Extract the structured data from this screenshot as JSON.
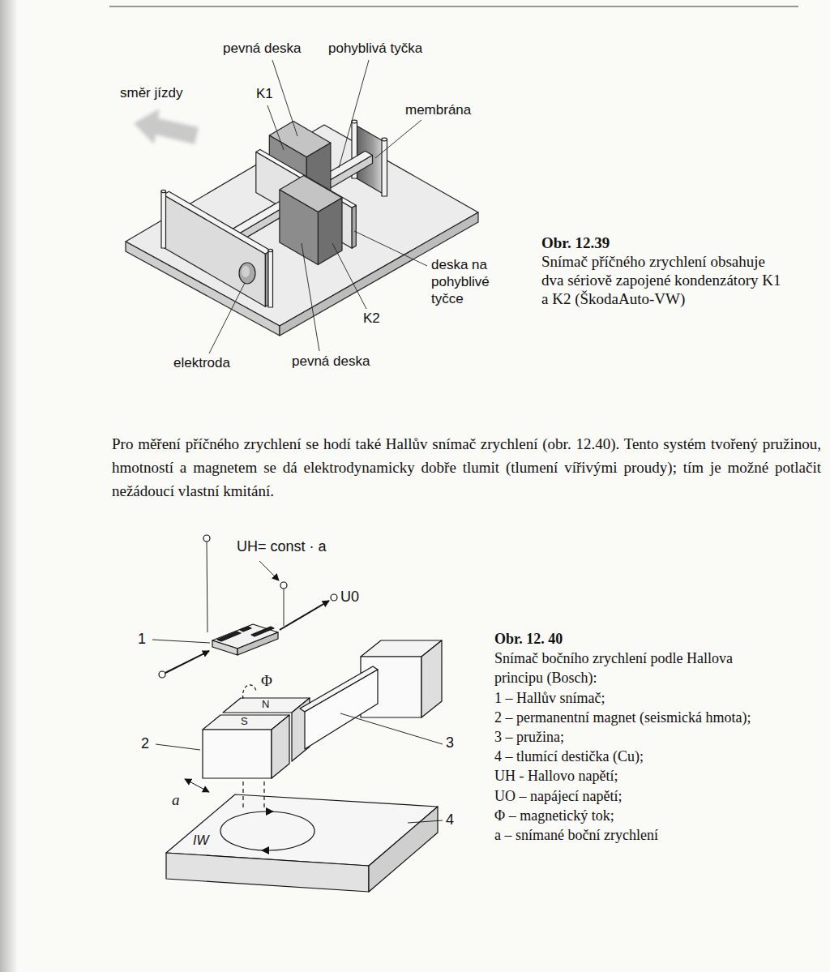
{
  "diagram": {
    "labels": [
      "pevná deska",
      "pohyblivá tyčka",
      "směr jízdy",
      "K1",
      "membrána",
      "deska na pohyblivé tyčce",
      "K2",
      "elektroda",
      "pevná deska",
      "Obr. 12.39",
      "Snímač příčného zrychlení obsahuje dva sériově zapojené kondenzátory K1 a K2 (ŠkodaAuto-VW)",
      "Pro měření příčného zrychlení se hodí také Hallův snímač zrychlení (obr. 12.40). Tento systém tvořený pružinou, hmotností a magnetem se dá elektrodynamicky dobře tlumit (tlumení vířivými proudy); tím je možné potlačit nežádoucí vlastní kmitání.",
      "UH= const · a",
      "U0",
      "1",
      "Φ",
      "N",
      "S",
      "2",
      "3",
      "a",
      "4",
      "IW",
      "Obr. 12. 40",
      "Snímač bočního zrychlení podle Hallova principu (Bosch):",
      "1 – Hallův snímač;",
      "2 – permanentní magnet (seismická hmota);",
      "3 – pružina;",
      "4 – tlumící destička (Cu);",
      "UH - Hallovo napětí;",
      "UO – napájecí napětí;",
      "Φ – magnetický tok;",
      "a – snímané boční zrychlení"
    ]
  }
}
